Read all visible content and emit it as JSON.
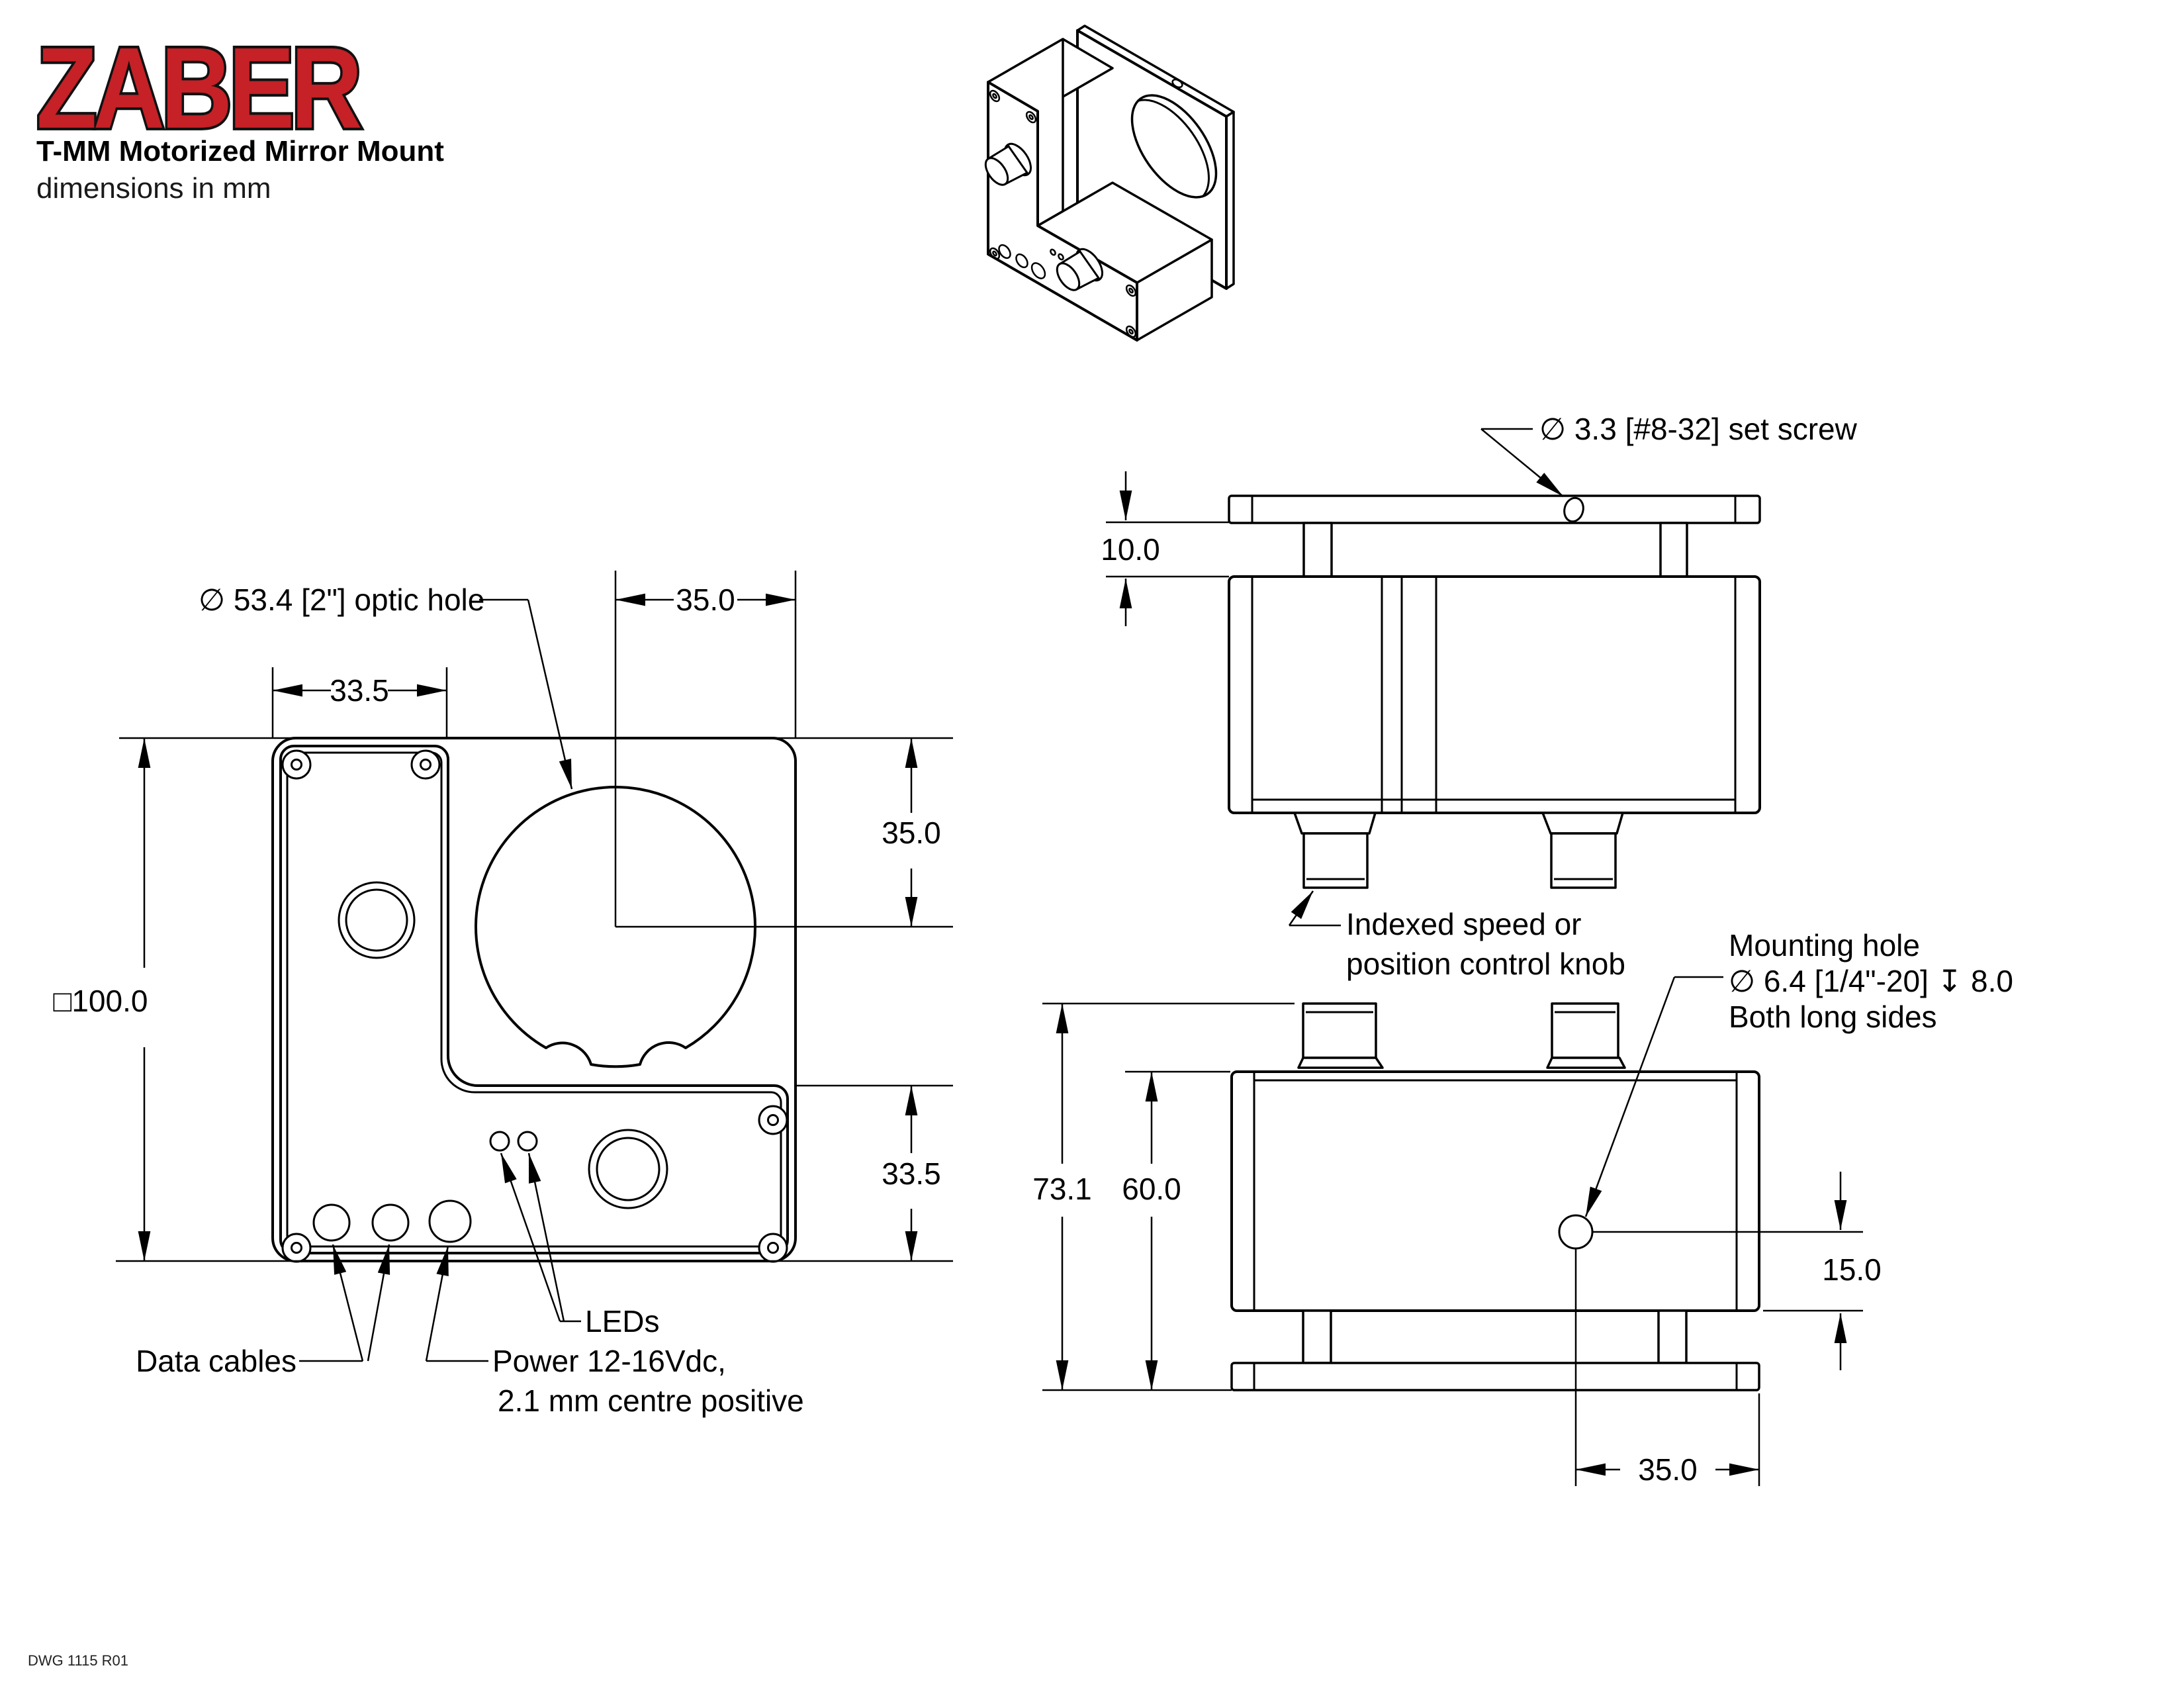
{
  "header": {
    "logo": "ZABER",
    "title": "T-MM Motorized Mirror Mount",
    "subtitle": "dimensions in mm"
  },
  "footer": {
    "drawing_number": "DWG 1115 R01"
  },
  "front": {
    "optic_label": "∅ 53.4 [2\"] optic hole",
    "dim_33_5_top": "33.5",
    "dim_35_top": "35.0",
    "dim_35_right": "35.0",
    "dim_100": "□100.0",
    "dim_33_5_right": "33.5",
    "leds_label": "LEDs",
    "data_cables_label": "Data cables",
    "power_label_1": "Power 12-16Vdc,",
    "power_label_2": "2.1 mm centre positive"
  },
  "top": {
    "set_screw_label": "∅ 3.3 [#8-32] set screw",
    "dim_10": "10.0",
    "knob_label_1": "Indexed speed or",
    "knob_label_2": "position control knob"
  },
  "side": {
    "mount_label_1": "Mounting hole",
    "mount_label_2": "∅ 6.4 [1/4\"-20]  ↧  8.0",
    "mount_label_3": "Both long sides",
    "dim_73_1": "73.1",
    "dim_60": "60.0",
    "dim_15": "15.0",
    "dim_35": "35.0"
  },
  "colors": {
    "logo_red": "#c52127",
    "line_black": "#000000"
  }
}
